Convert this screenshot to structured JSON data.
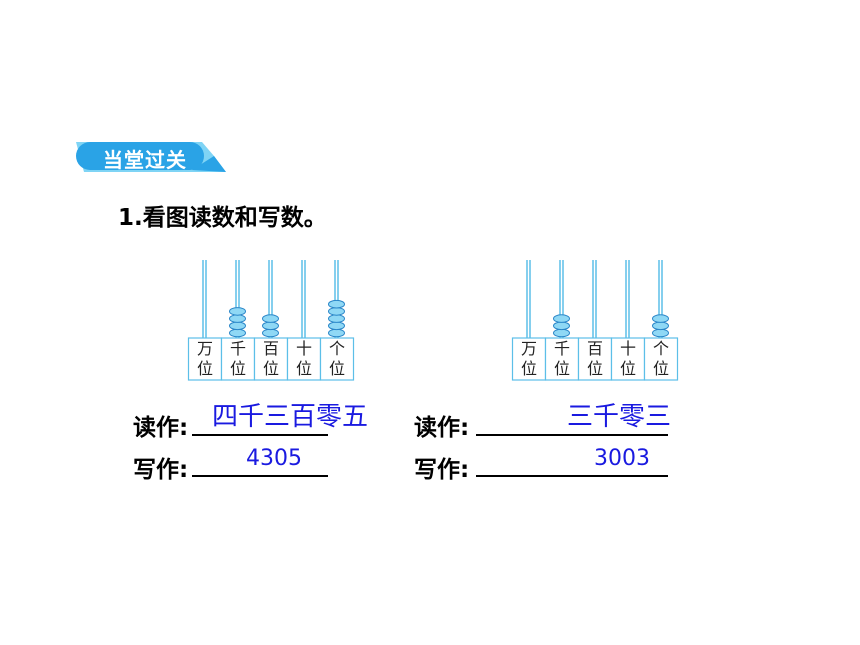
{
  "section_badge": "当堂过关",
  "question": "1.看图读数和写数。",
  "place_labels": [
    {
      "top": "万",
      "bottom": "位"
    },
    {
      "top": "千",
      "bottom": "位"
    },
    {
      "top": "百",
      "bottom": "位"
    },
    {
      "top": "十",
      "bottom": "位"
    },
    {
      "top": "个",
      "bottom": "位"
    }
  ],
  "abacus_left": {
    "beads": [
      0,
      4,
      3,
      0,
      5
    ]
  },
  "abacus_right": {
    "beads": [
      0,
      3,
      0,
      0,
      3
    ]
  },
  "read_label": "读作:",
  "write_label": "写作:",
  "left_read_answer": "四千三百零五",
  "left_write_answer": "4305",
  "right_read_answer": "三千零三",
  "right_write_answer": "3003",
  "colors": {
    "badge": "#2aa3e6",
    "badge_accent": "#7fd4f5",
    "bead": "#8fd8f5",
    "bead_stroke": "#2a86c8",
    "rod": "#5cbfe8",
    "answer": "#1a1ae0"
  }
}
